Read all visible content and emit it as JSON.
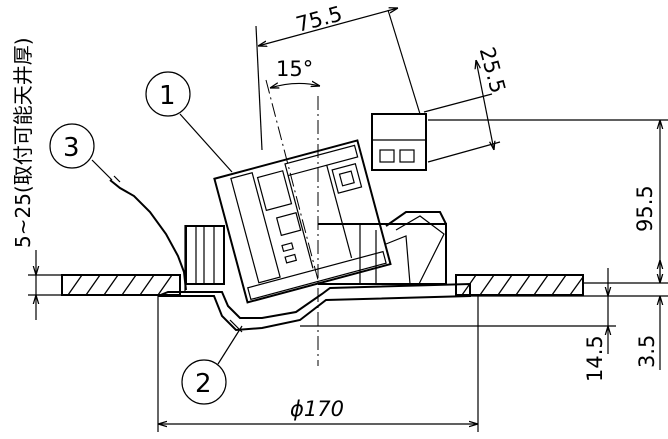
{
  "title": "",
  "dimensions": {
    "width_top": "75.5",
    "angle": "15°",
    "depth_side": "25.5",
    "height_right": "95.5",
    "flange_height": "3.5",
    "below_ceiling": "14.5",
    "diameter": "ϕ170",
    "ceiling_range": "5~25(取付可能天井厚)"
  },
  "callouts": [
    {
      "number": "1"
    },
    {
      "number": "2"
    },
    {
      "number": "3"
    }
  ]
}
